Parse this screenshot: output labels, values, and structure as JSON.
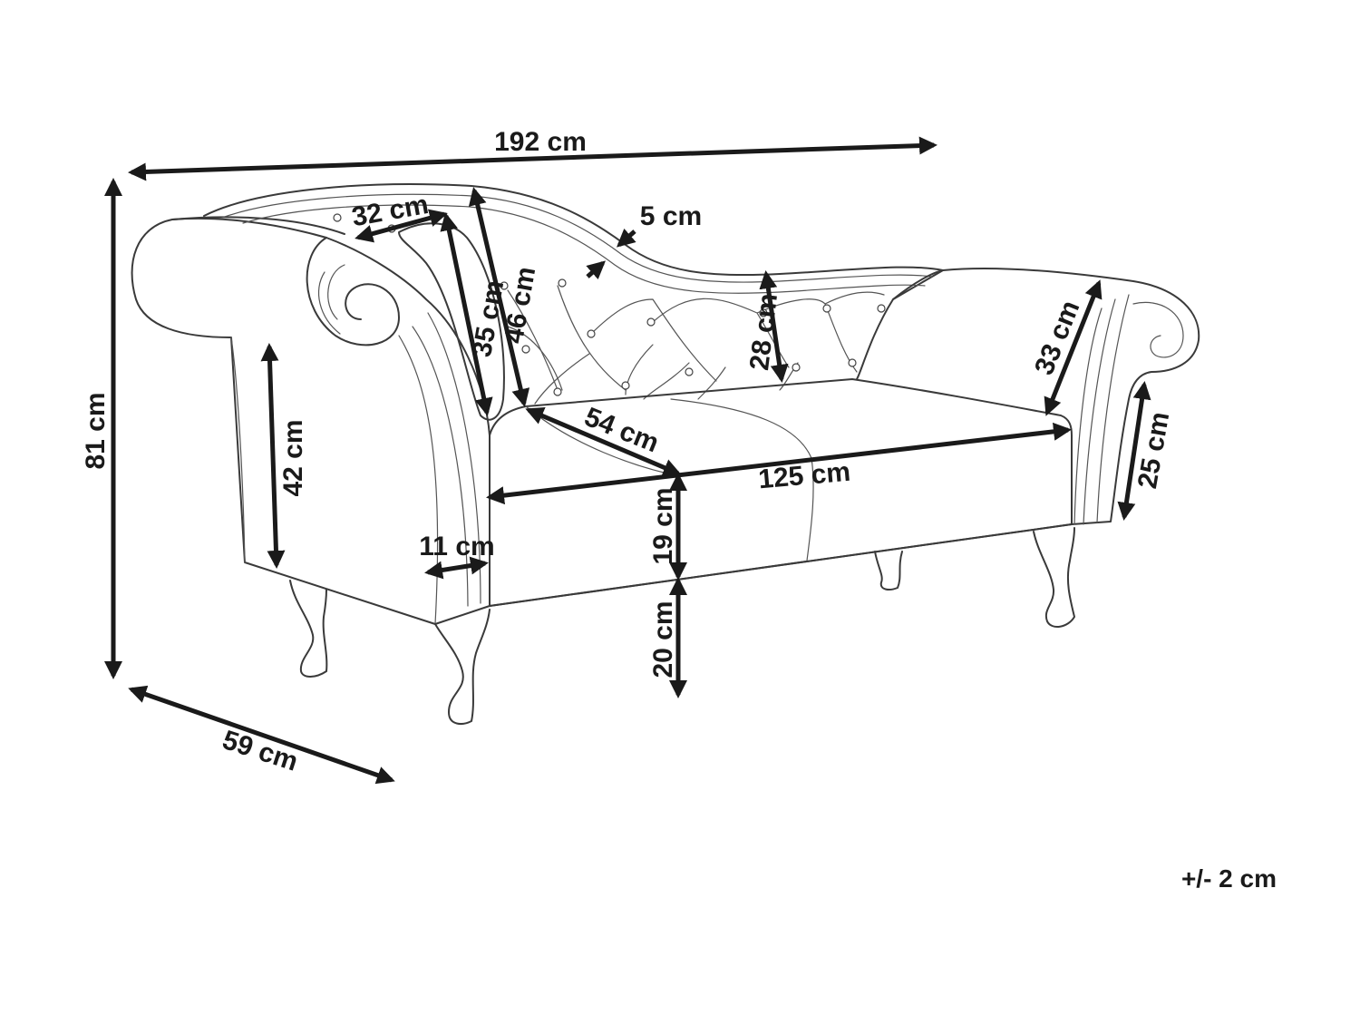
{
  "diagram": {
    "colors": {
      "line": "#3a3a3a",
      "dimension": "#1a1a1a",
      "background": "#ffffff"
    },
    "labels": {
      "overall_width": "192 cm",
      "overall_height": "81 cm",
      "overall_depth": "59 cm",
      "arm_height": "42 cm",
      "arm_width": "11 cm",
      "roll_depth": "32 cm",
      "roll_height": "35 cm",
      "back_height_high": "46 cm",
      "back_thickness": "5 cm",
      "back_height_low": "28 cm",
      "right_arm_depth": "33 cm",
      "right_arm_height": "25 cm",
      "seat_depth": "54 cm",
      "seat_width": "125 cm",
      "seat_thickness": "19 cm",
      "leg_height": "20 cm",
      "tolerance": "+/- 2 cm"
    }
  }
}
